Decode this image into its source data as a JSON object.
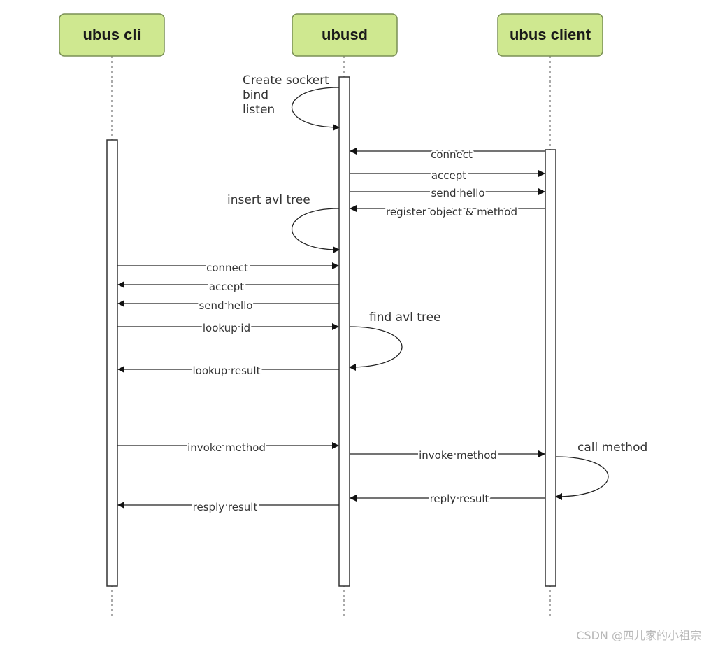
{
  "actors": [
    {
      "name": "ubus cli"
    },
    {
      "name": "ubusd"
    },
    {
      "name": "ubus client"
    }
  ],
  "notes": {
    "create_socket": [
      "Create sockert",
      "bind",
      "listen"
    ],
    "insert_tree": "insert avl tree",
    "find_tree": "find avl tree",
    "call_method": "call method"
  },
  "messages": [
    {
      "from": "ubus client",
      "to": "ubusd",
      "label": "connect"
    },
    {
      "from": "ubusd",
      "to": "ubus client",
      "label": "accept"
    },
    {
      "from": "ubusd",
      "to": "ubus client",
      "label": "send hello"
    },
    {
      "from": "ubus client",
      "to": "ubusd",
      "label": "register object & method"
    },
    {
      "from": "ubus cli",
      "to": "ubusd",
      "label": "connect"
    },
    {
      "from": "ubusd",
      "to": "ubus cli",
      "label": "accept"
    },
    {
      "from": "ubusd",
      "to": "ubus cli",
      "label": "send hello"
    },
    {
      "from": "ubus cli",
      "to": "ubusd",
      "label": "lookup id"
    },
    {
      "from": "ubusd",
      "to": "ubus cli",
      "label": "lookup result"
    },
    {
      "from": "ubus cli",
      "to": "ubusd",
      "label": "invoke method"
    },
    {
      "from": "ubusd",
      "to": "ubus client",
      "label": "invoke method"
    },
    {
      "from": "ubus client",
      "to": "ubusd",
      "label": "reply result"
    },
    {
      "from": "ubusd",
      "to": "ubus cli",
      "label": "resply result"
    }
  ],
  "watermark": "CSDN @四儿家的小祖宗"
}
